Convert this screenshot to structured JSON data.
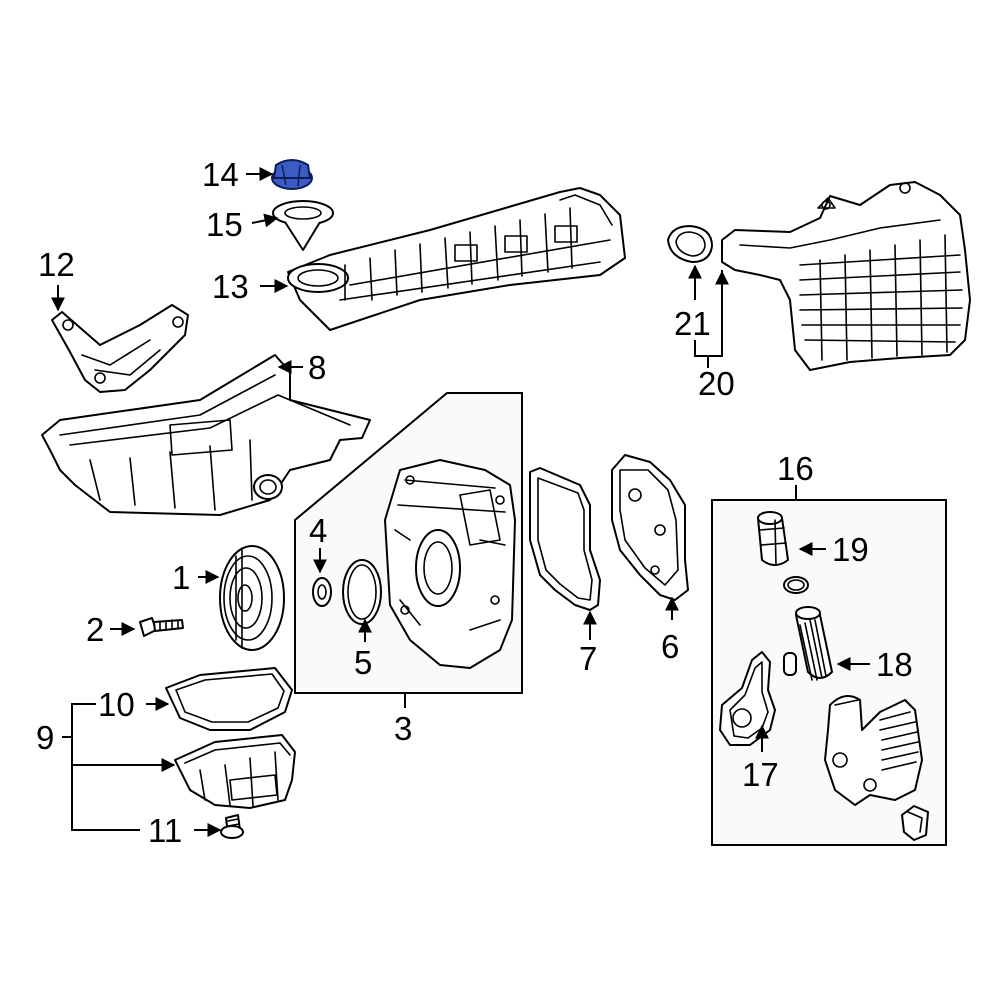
{
  "callouts": {
    "c1": "1",
    "c2": "2",
    "c3": "3",
    "c4": "4",
    "c5": "5",
    "c6": "6",
    "c7": "7",
    "c8": "8",
    "c9": "9",
    "c10": "10",
    "c11": "11",
    "c12": "12",
    "c13": "13",
    "c14": "14",
    "c15": "15",
    "c16": "16",
    "c17": "17",
    "c18": "18",
    "c19": "19",
    "c20": "20",
    "c21": "21"
  },
  "highlight_color": "#3b5cc4",
  "highlighted_part": "14"
}
